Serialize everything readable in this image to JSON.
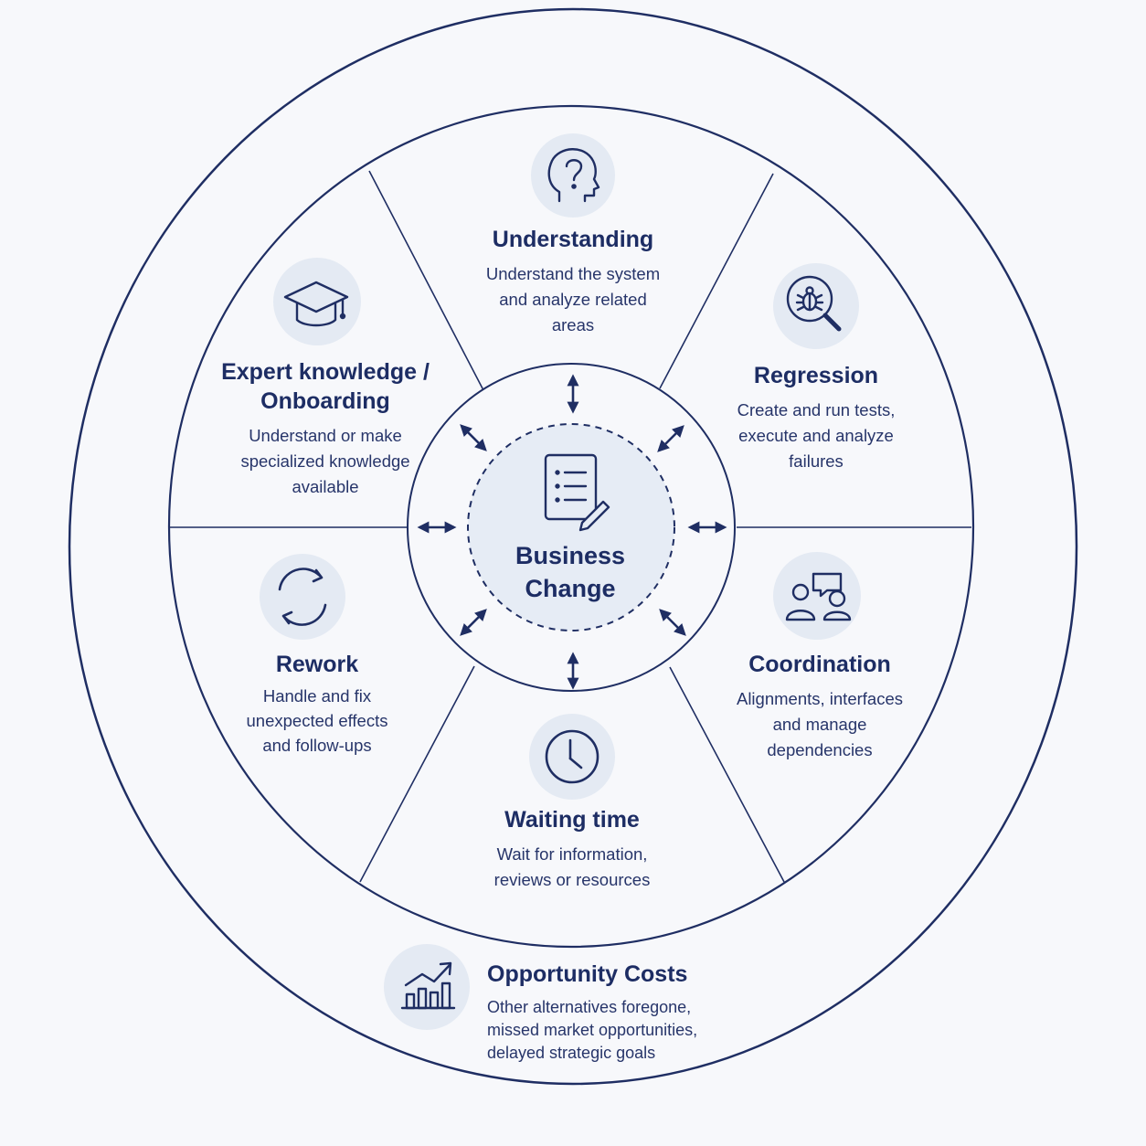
{
  "colors": {
    "stroke": "#1f2e63",
    "icon_bg": "#e4eaf3",
    "center_fill": "#e6ecf5",
    "background": "#f7f8fb"
  },
  "center": {
    "title_line1": "Business",
    "title_line2": "Change",
    "icon": "document-edit-icon"
  },
  "segments": [
    {
      "id": "understanding",
      "title": "Understanding",
      "desc": [
        "Understand the system",
        "and analyze related",
        "areas"
      ],
      "icon": "head-question-icon"
    },
    {
      "id": "regression",
      "title": "Regression",
      "desc": [
        "Create and run tests,",
        "execute and analyze",
        "failures"
      ],
      "icon": "bug-search-icon"
    },
    {
      "id": "coordination",
      "title": "Coordination",
      "desc": [
        "Alignments, interfaces",
        "and manage",
        "dependencies"
      ],
      "icon": "people-chat-icon"
    },
    {
      "id": "waiting",
      "title": "Waiting time",
      "desc": [
        "Wait for information,",
        "reviews or resources"
      ],
      "icon": "clock-icon"
    },
    {
      "id": "rework",
      "title": "Rework",
      "desc": [
        "Handle and fix",
        "unexpected effects",
        "and follow-ups"
      ],
      "icon": "refresh-icon"
    },
    {
      "id": "expert",
      "title_lines": [
        "Expert knowledge /",
        "Onboarding"
      ],
      "desc": [
        "Understand or make",
        "specialized knowledge",
        "available"
      ],
      "icon": "graduation-cap-icon"
    }
  ],
  "opportunity": {
    "title": "Opportunity Costs",
    "desc": [
      "Other alternatives foregone,",
      "missed market opportunities,",
      "delayed strategic goals"
    ],
    "icon": "chart-growth-icon"
  }
}
